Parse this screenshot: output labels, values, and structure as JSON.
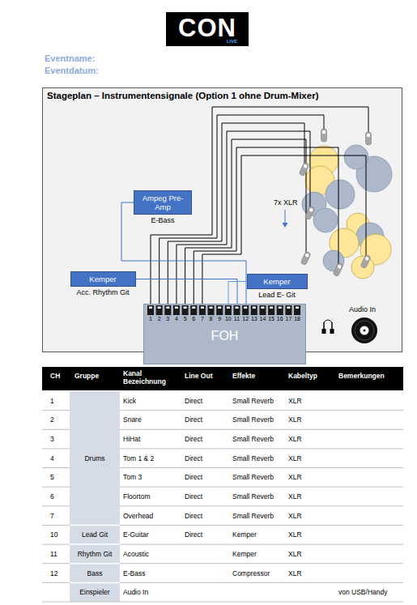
{
  "diagram": {
    "title": "Stageplan – Instrumentensignale (Option 1 ohne Drum-Mixer)",
    "nodes": [
      {
        "text": [
          "CON",
          "LIVE"
        ]
      },
      {
        "text": [
          "Stageplan – Instrumentensignale (Option 1 ohne Drum-Mixer)"
        ]
      },
      {
        "text": [
          "Ampeg Pre-Amp",
          "E-Bass"
        ],
        "in": 1
      },
      {
        "text": [
          "Kemper",
          "Acc. Rhythm Git"
        ],
        "in": 1
      },
      {
        "text": [
          "Kemper",
          "Lead E- Git"
        ],
        "in": 1
      },
      {
        "text": [
          "FOH"
        ],
        "in": 1
      }
    ],
    "edges": [
      {
        "from": 2,
        "to": 5,
        "arrow": "none"
      },
      {
        "from": 3,
        "to": 5,
        "arrow": "none"
      },
      {
        "from": 4,
        "to": 5,
        "arrow": "none"
      }
    ],
    "labels": [
      "Eventname:",
      "Eventdatum:",
      "7x XLR",
      "Audio In",
      "1",
      "2",
      "3",
      "4",
      "5",
      "6",
      "7",
      "8",
      "9",
      "10",
      "11",
      "12",
      "13",
      "14",
      "15",
      "16",
      "17",
      "18",
      "CH",
      "Gruppe",
      "Kanal Bezeichnung",
      "Line Out",
      "Effekte",
      "Kabeltyp",
      "Bemerkungen",
      "1",
      "Drums",
      "Kick",
      "Direct",
      "Small Reverb",
      "XLR",
      "2",
      "Snare",
      "Direct",
      "Small Reverb",
      "XLR",
      "3",
      "HiHat",
      "Direct",
      "Small Reverb",
      "XLR",
      "4",
      "Tom 1 & 2",
      "Direct",
      "Small Reverb",
      "XLR",
      "5",
      "Tom 3",
      "Direct",
      "Small Reverb",
      "XLR",
      "6",
      "Floortom",
      "Direct",
      "Small Reverb",
      "XLR",
      "7",
      "Overhead",
      "Direct",
      "Small Reverb",
      "XLR",
      "10",
      "Lead Git",
      "E-Guitar",
      "Direct",
      "Kemper",
      "XLR",
      "11",
      "Rhythm Git",
      "Acoustic",
      "Kemper",
      "XLR",
      "12",
      "Bass",
      "E-Bass",
      "Compressor",
      "XLR",
      "Einspieler",
      "Audio In",
      "von USB/Handy"
    ]
  }
}
